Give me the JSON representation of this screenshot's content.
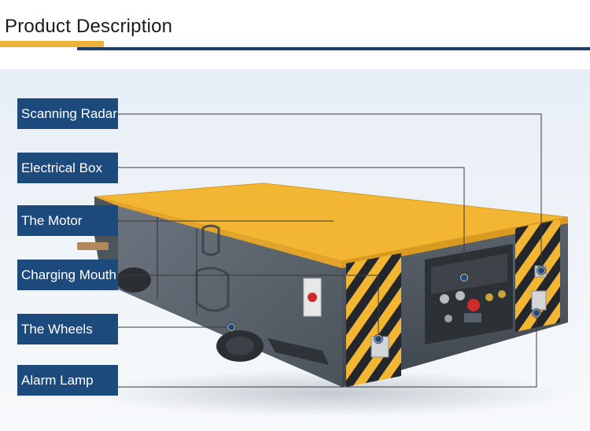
{
  "header": {
    "title": "Product Description"
  },
  "callouts": [
    {
      "label": "Scanning Radar"
    },
    {
      "label": "Electrical Box"
    },
    {
      "label": "The Motor"
    },
    {
      "label": "Charging Mouth"
    },
    {
      "label": "The Wheels"
    },
    {
      "label": "Alarm Lamp"
    }
  ],
  "colors": {
    "accent_orange": "#f0b33a",
    "navy": "#1d3f66",
    "label_bg": "#1c4a7c",
    "machine_yellow": "#f3b633",
    "machine_body": "#5d6670"
  }
}
